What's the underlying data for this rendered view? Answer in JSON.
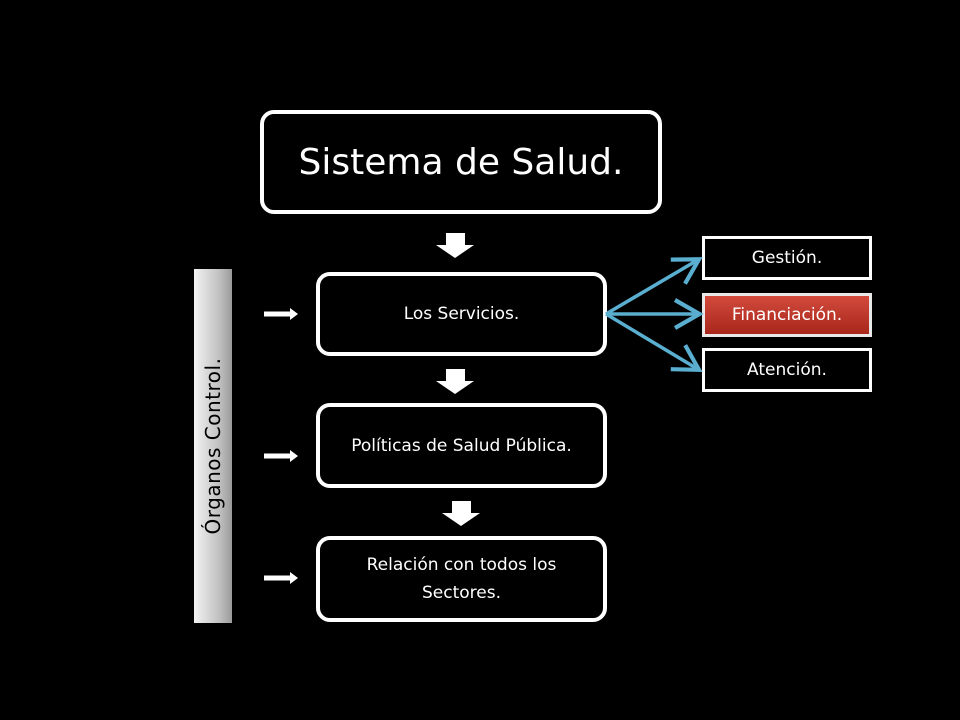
{
  "title": "Sistema de Salud.",
  "side_label": "Órganos Control.",
  "steps": [
    "Los Servicios.",
    "Políticas de Salud Pública.",
    "Relación con todos los Sectores."
  ],
  "branches": [
    "Gestión.",
    "Financiación.",
    "Atención."
  ],
  "colors": {
    "background": "#000000",
    "highlight": "#c0392b",
    "connector": "#5aaed0",
    "outline": "#ffffff"
  }
}
